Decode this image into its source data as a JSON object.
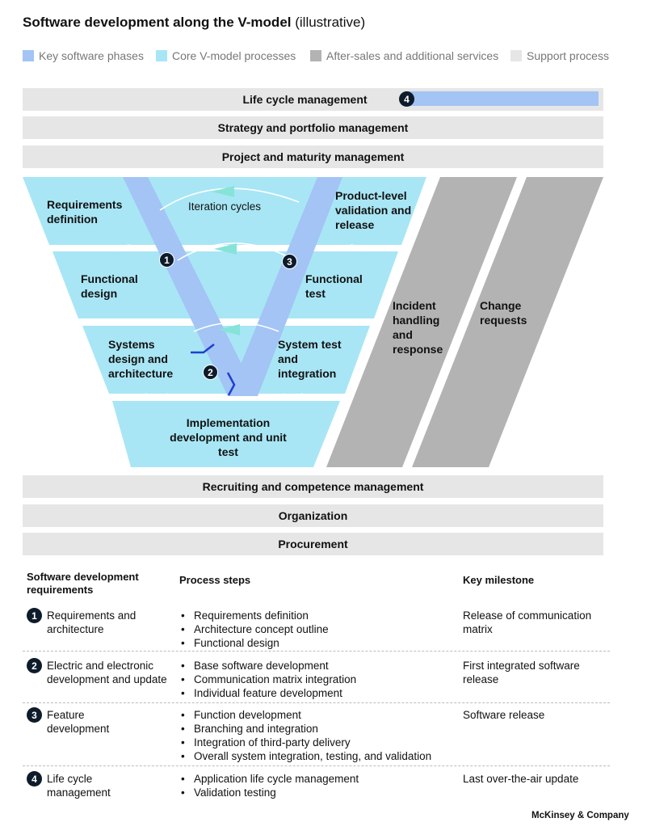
{
  "title": {
    "main": "Software development along the V-model",
    "sub": "(illustrative)"
  },
  "legend": [
    {
      "label": "Key software phases",
      "color": "#a3c4f5"
    },
    {
      "label": "Core V-model processes",
      "color": "#a8e6f5"
    },
    {
      "label": "After-sales and additional services",
      "color": "#b3b3b3"
    },
    {
      "label": "Support process",
      "color": "#e6e6e6"
    }
  ],
  "top_bars": [
    "Life cycle management",
    "Strategy and portfolio management",
    "Project and maturity management"
  ],
  "bottom_bars": [
    "Recruiting and competence management",
    "Organization",
    "Procurement"
  ],
  "vmodel": {
    "left": [
      "Requirements definition",
      "Functional design",
      "Systems design and architecture"
    ],
    "right": [
      "Product-level validation and release",
      "Functional test",
      "System test and integration"
    ],
    "bottom": "Implementation development and unit test",
    "iteration_label": "Iteration cycles",
    "after_sales": [
      "Incident handling and response",
      "Change requests"
    ],
    "badges": [
      "1",
      "2",
      "3",
      "4"
    ]
  },
  "table": {
    "headers": [
      "Software development requirements",
      "Process steps",
      "Key milestone"
    ],
    "rows": [
      {
        "num": "1",
        "requirement": "Requirements and architecture",
        "steps": [
          "Requirements definition",
          "Architecture concept outline",
          "Functional design"
        ],
        "milestone": "Release of communication matrix"
      },
      {
        "num": "2",
        "requirement": "Electric and electronic development and update",
        "steps": [
          "Base software development",
          "Communication matrix integration",
          "Individual feature development"
        ],
        "milestone": "First integrated software release"
      },
      {
        "num": "3",
        "requirement": "Feature development",
        "steps": [
          "Function development",
          "Branching and integration",
          "Integration of third-party delivery",
          "Overall system integration, testing, and validation"
        ],
        "milestone": "Software release"
      },
      {
        "num": "4",
        "requirement": "Life cycle management",
        "steps": [
          "Application life cycle management",
          "Validation testing"
        ],
        "milestone": "Last over-the-air update"
      }
    ]
  },
  "footer": "McKinsey & Company",
  "colors": {
    "phase": "#a3c4f5",
    "core": "#a8e6f5",
    "after_sales": "#b3b3b3",
    "support": "#e6e6e6",
    "arrow": "#86e3d8",
    "badge": "#0d1b2a",
    "marker": "#1f3fd1"
  }
}
